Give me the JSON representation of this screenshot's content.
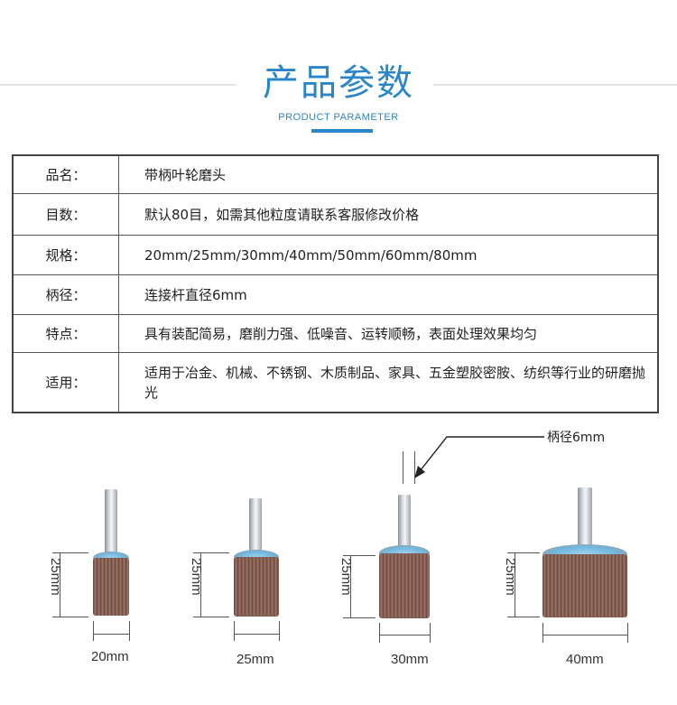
{
  "header": {
    "title": "产品参数",
    "subtitle": "PRODUCT PARAMETER"
  },
  "params": [
    {
      "key": "品名：",
      "value": "带柄叶轮磨头"
    },
    {
      "key": "目数：",
      "value": "默认80目，如需其他粒度请联系客服修改价格"
    },
    {
      "key": "规格：",
      "value": "20mm/25mm/30mm/40mm/50mm/60mm/80mm"
    },
    {
      "key": "柄径：",
      "value": "连接杆直径6mm"
    },
    {
      "key": "特点：",
      "value": "具有装配简易，磨削力强、低噪音、运转顺畅，表面处理效果均匀"
    },
    {
      "key": "适用：",
      "value": "适用于冶金、机械、不锈钢、木质制品、家具、五金塑胶密胺、纺织等行业的研磨抛光"
    }
  ],
  "products": [
    {
      "height_label": "25mm",
      "width_label": "20mm"
    },
    {
      "height_label": "25mm",
      "width_label": "25mm"
    },
    {
      "height_label": "25mm",
      "width_label": "30mm"
    },
    {
      "height_label": "25mm",
      "width_label": "40mm"
    }
  ],
  "shank_callout": "柄径6mm",
  "colors": {
    "accent": "#2a86c8",
    "border": "#444444"
  }
}
